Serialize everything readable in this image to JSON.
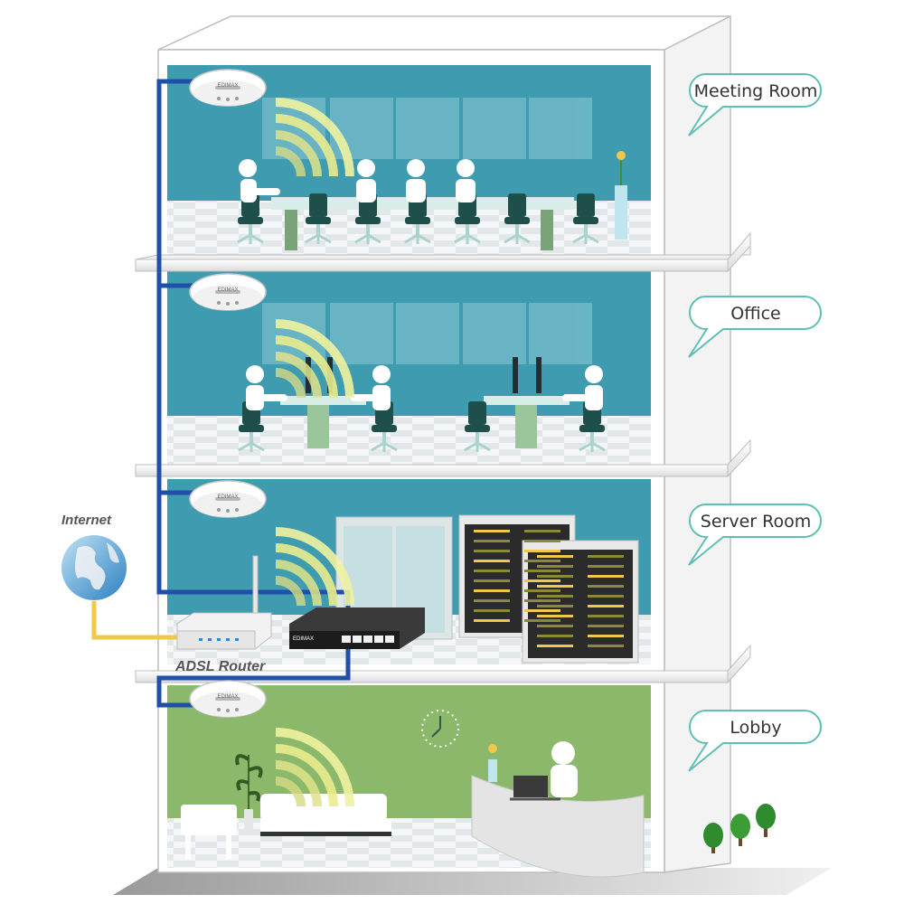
{
  "floors": [
    {
      "id": "meeting",
      "label": "Meeting Room"
    },
    {
      "id": "office",
      "label": "Office"
    },
    {
      "id": "server",
      "label": "Server Room"
    },
    {
      "id": "lobby",
      "label": "Lobby"
    }
  ],
  "internet_label": "Internet",
  "router_label": "ADSL Router",
  "access_point_brand": "EDIMAX",
  "switch_brand": "EDIMAX",
  "colors": {
    "wall_blue": "#3f9bb0",
    "wall_green": "#8bb86a",
    "cable_blue": "#1f4fa8",
    "cable_yellow": "#f2c84b",
    "signal": "#e6ea8a",
    "bubble_stroke": "#5fbfb2",
    "furniture": "#1f4f4a",
    "person": "#ffffff"
  }
}
